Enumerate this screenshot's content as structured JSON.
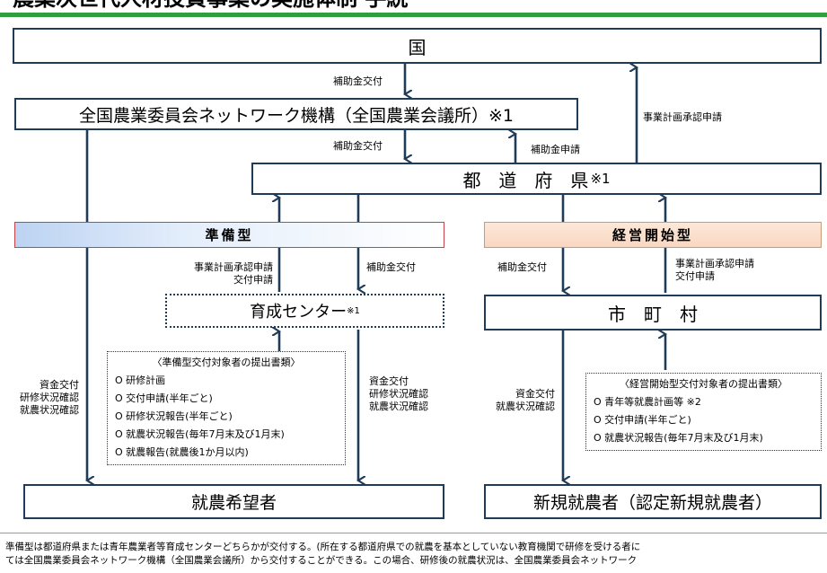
{
  "title": "農業次世代人材投資事業の実施体制 手続",
  "nodes": {
    "kuni": "国",
    "zenkoku": "全国農業委員会ネットワーク機構（全国農業会議所）※1",
    "todofuken": "都　道　府　県",
    "todofuken_note": "※1",
    "center": "育成センター",
    "center_note": "※1",
    "shichoson": "市　町　村",
    "kibousha": "就農希望者",
    "shinki": "新規就農者（認定新規就農者）"
  },
  "bands": {
    "prep": "準備型",
    "start": "経営開始型"
  },
  "labels": {
    "subsidy_issue_1": "補助金交付",
    "subsidy_issue_2": "補助金交付",
    "subsidy_apply": "補助金申請",
    "plan_approval_top": "事業計画承認申請",
    "prep_apply_line1": "事業計画承認申請",
    "prep_apply_line2": "交付申請",
    "prep_subsidy": "補助金交付",
    "start_subsidy": "補助金交付",
    "start_apply_line1": "事業計画承認申請",
    "start_apply_line2": "交付申請",
    "left_flow_1": "資金交付",
    "left_flow_2": "研修状況確認",
    "left_flow_3": "就農状況確認",
    "mid_flow_1": "資金交付",
    "mid_flow_2": "研修状況確認",
    "mid_flow_3": "就農状況確認",
    "right_flow_1": "資金交付",
    "right_flow_2": "就農状況確認"
  },
  "docs_prep": {
    "heading": "〈準備型交付対象者の提出書類〉",
    "items": [
      "O 研修計画",
      "O 交付申請(半年ごと)",
      "O 研修状況報告(半年ごと)",
      "O 就農状況報告(毎年7月末及び1月末)",
      "O 就農報告(就農後1か月以内)"
    ]
  },
  "docs_start": {
    "heading": "〈経営開始型交付対象者の提出書類〉",
    "items": [
      "O 青年等就農計画等 ※2",
      "O 交付申請(半年ごと)",
      "O 就農状況報告(毎年7月末及び1月末)"
    ]
  },
  "footnote": {
    "line1": "準備型は都道府県または青年農業者等育成センターどちらかが交付する。(所在する都道府県での就農を基本としていない教育機関で研修を受ける者に",
    "line2": "ては全国農業委員会ネットワーク機構（全国農業会議所）から交付することができる。この場合、研修後の就農状況は、全国農業委員会ネットワーク"
  },
  "colors": {
    "border": "#1f3b57",
    "title_rule": "#2e9e3e",
    "prep_band_border": "#c8424a",
    "start_band_border": "#c99a7a"
  }
}
